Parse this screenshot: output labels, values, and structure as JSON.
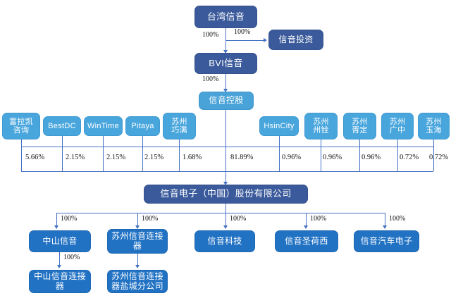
{
  "diagram": {
    "title": "",
    "colors": {
      "navy": "#3a5a9b",
      "mid": "#2272c4",
      "light": "#49a6dd",
      "connector": "#4472c4",
      "text_on_box": "#ffffff",
      "label_text": "#111111"
    }
  },
  "top": {
    "parent": "台湾信音",
    "affiliate": "信音投资",
    "bvi": "BVI信音",
    "holding": "信音控股",
    "edges": {
      "parent_to_affiliate": "100%",
      "parent_to_bvi": "100%",
      "bvi_to_holding": "100%"
    }
  },
  "shareholders": {
    "left": [
      {
        "name": "富拉凯咨询",
        "lines": [
          "富拉凯",
          "咨询"
        ],
        "pct": "5.66%"
      },
      {
        "name": "BestDC",
        "lines": [
          "BestDC"
        ],
        "pct": "2.15%"
      },
      {
        "name": "WinTime",
        "lines": [
          "WinTime"
        ],
        "pct": "2.15%"
      },
      {
        "name": "Pitaya",
        "lines": [
          "Pitaya"
        ],
        "pct": "2.15%"
      },
      {
        "name": "苏州巧满",
        "lines": [
          "苏州",
          "巧满"
        ],
        "pct": "1.68%"
      }
    ],
    "holding_pct": "81.89%",
    "right": [
      {
        "name": "HsinCity",
        "lines": [
          "HsinCity"
        ],
        "pct": "0.96%"
      },
      {
        "name": "苏州州铨",
        "lines": [
          "苏州",
          "州铨"
        ],
        "pct": "0.96%"
      },
      {
        "name": "苏州胥定",
        "lines": [
          "苏州",
          "胥定"
        ],
        "pct": "0.96%"
      },
      {
        "name": "苏州广中",
        "lines": [
          "苏州",
          "广中"
        ],
        "pct": "0.72%"
      },
      {
        "name": "苏州玉海",
        "lines": [
          "苏州",
          "玉海"
        ],
        "pct": "0.72%"
      }
    ]
  },
  "main": {
    "company": "信音电子（中国）股份有限公司"
  },
  "subsidiaries": [
    {
      "name": "中山信音",
      "lines": [
        "中山信音"
      ],
      "pct": "100%",
      "child": {
        "name": "中山信音连接器",
        "lines": [
          "中山信音连接",
          "器"
        ],
        "pct": "100%"
      }
    },
    {
      "name": "苏州信音连接器",
      "lines": [
        "苏州信音连接",
        "器"
      ],
      "pct": "100%",
      "child": {
        "name": "苏州信音连接器盐城分公司",
        "lines": [
          "苏州信音连接",
          "器盐城分公司"
        ],
        "pct": ""
      }
    },
    {
      "name": "信音科技",
      "lines": [
        "信音科技"
      ],
      "pct": "100%",
      "child": null
    },
    {
      "name": "信音圣荷西",
      "lines": [
        "信音圣荷西"
      ],
      "pct": "100%",
      "child": null
    },
    {
      "name": "信音汽车电子",
      "lines": [
        "信音汽车电子"
      ],
      "pct": "100%",
      "child": null
    }
  ]
}
